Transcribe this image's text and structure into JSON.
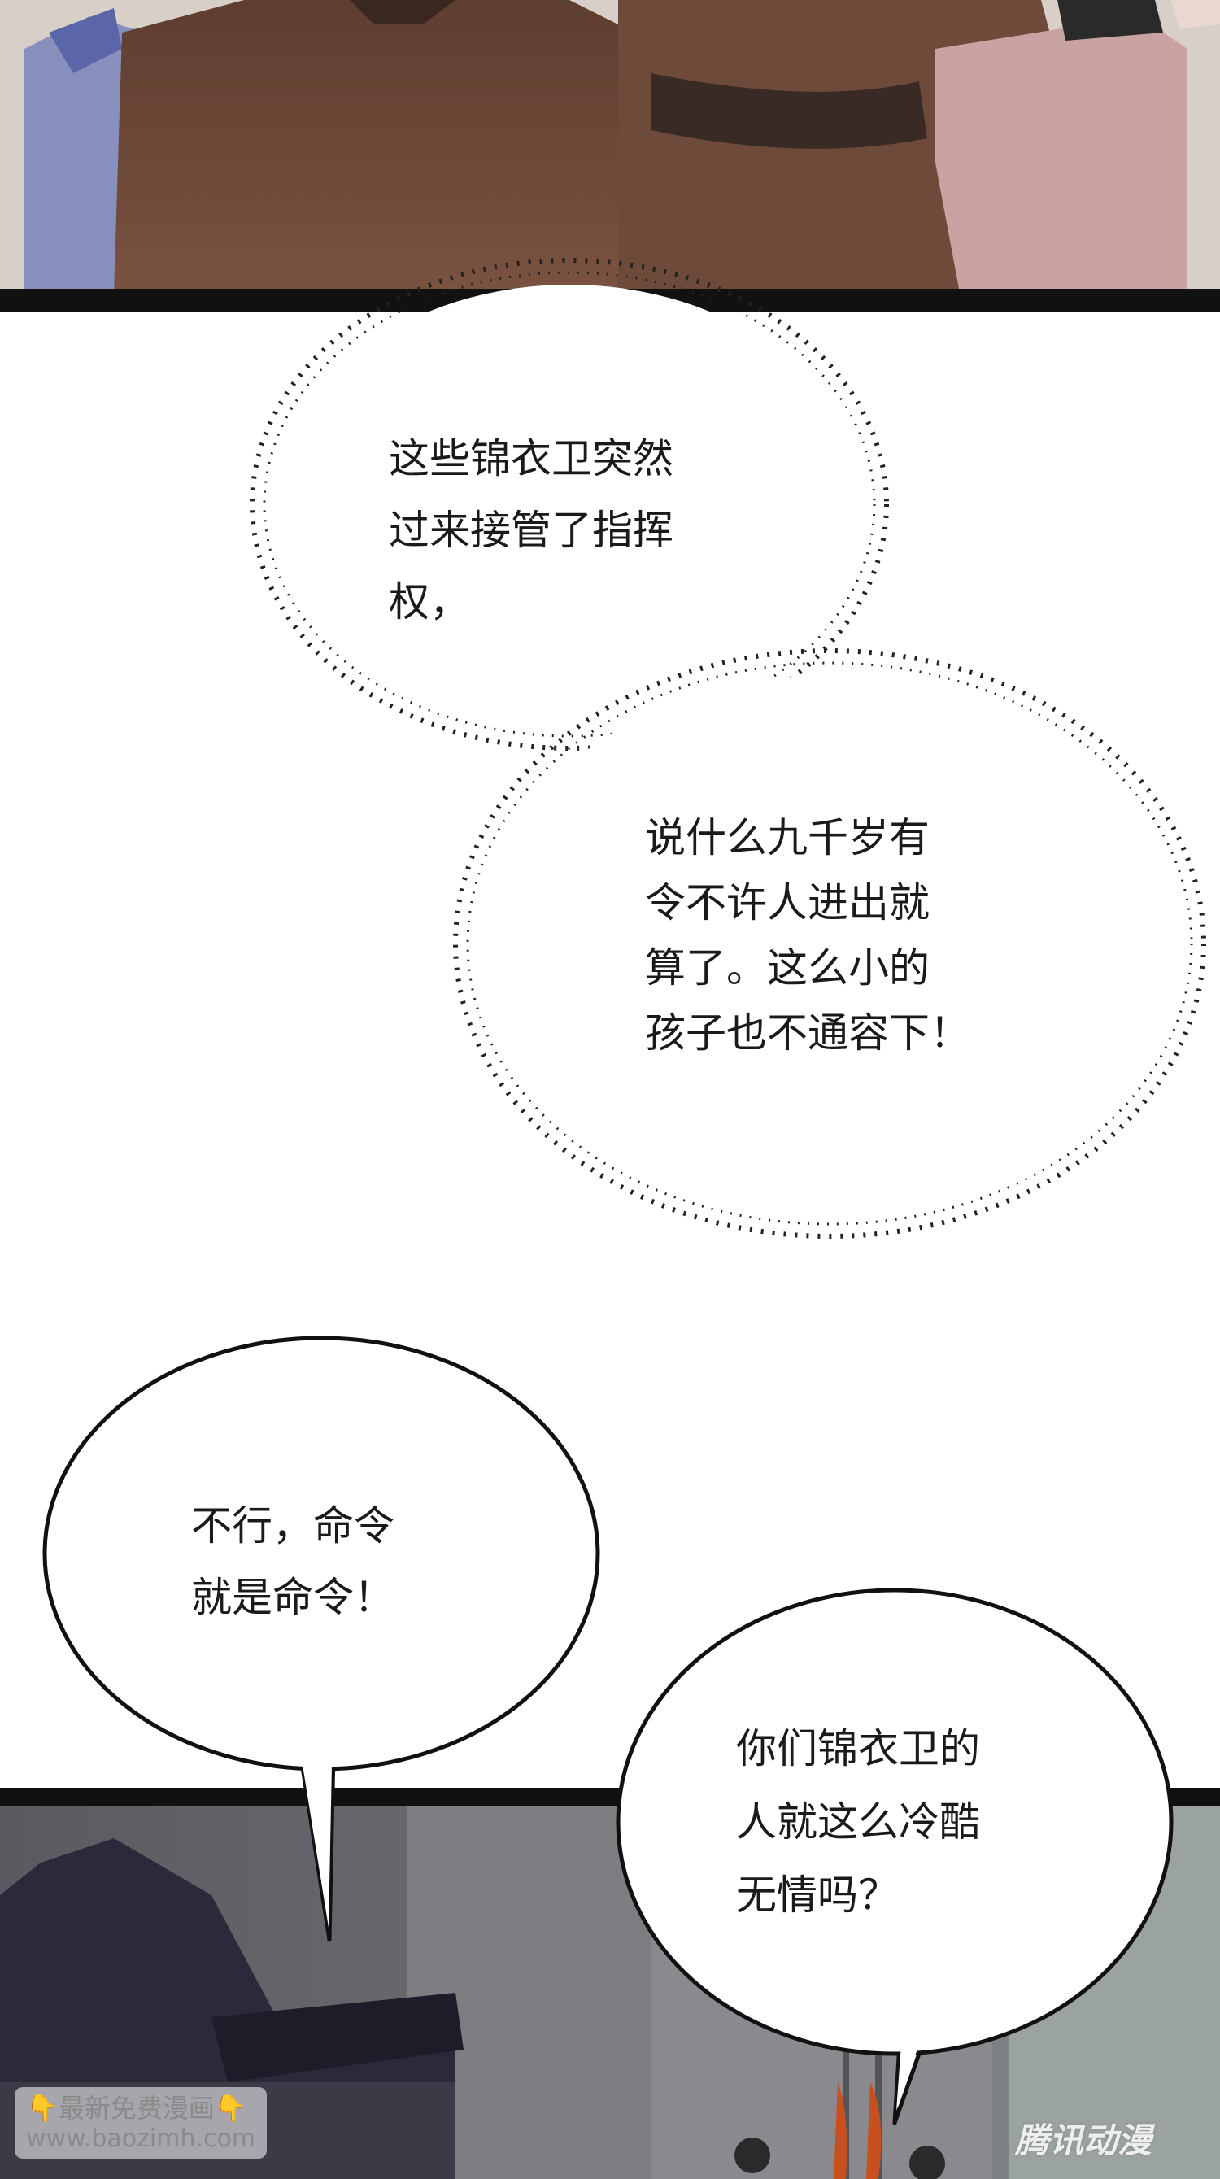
{
  "bubbles": {
    "thought_top": {
      "lines": [
        "这些锦衣卫突然",
        "过来接管了指挥",
        "权，"
      ]
    },
    "thought_middle": {
      "lines": [
        "说什么九千岁有",
        "令不许人进出就",
        "算了。这么小的",
        "孩子也不通容下！"
      ]
    },
    "speech_left": {
      "lines": [
        "不行，命令",
        "就是命令！"
      ]
    },
    "speech_right": {
      "lines": [
        "你们锦衣卫的",
        "人就这么冷酷",
        "无情吗？"
      ]
    }
  },
  "watermarks": {
    "site_label": "最新免费漫画",
    "site_url": "www.baozimh.com",
    "publisher": "腾讯动漫"
  },
  "icons": {
    "watermark_left_icon": "pointing-down-hand-icon",
    "watermark_right_icon": "pointing-down-hand-icon"
  },
  "colors": {
    "panel_border": "#111111",
    "robe_brown": "#6e4a3a",
    "robe_pink": "#c9a2a2",
    "robe_blue": "#8790bd",
    "guard_hat": "#2c2a3a",
    "wall_gray": "#6a6a6e"
  }
}
